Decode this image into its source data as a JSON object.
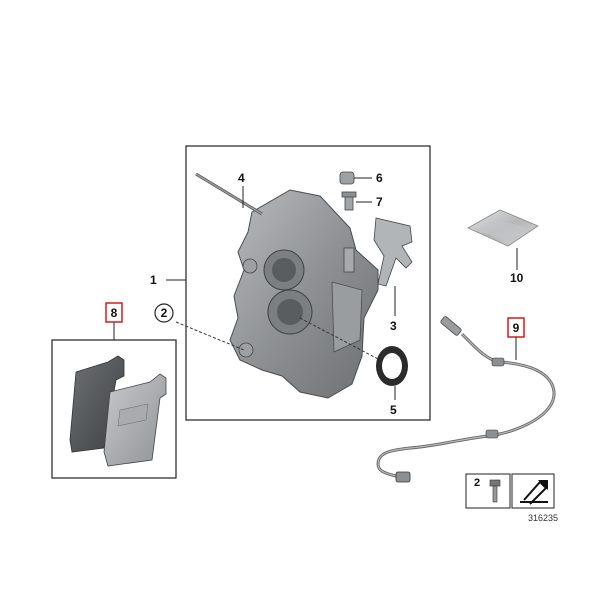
{
  "diagram": {
    "callouts": {
      "c1": "1",
      "c2": "2",
      "c3": "3",
      "c4": "4",
      "c5": "5",
      "c6": "6",
      "c7": "7",
      "c8": "8",
      "c9": "9",
      "c10": "10",
      "legend_2": "2"
    },
    "highlighted_parts": [
      "8",
      "9"
    ],
    "reference_number": "316235",
    "colors": {
      "highlight": "#d81a1a",
      "part_gray": "#8d8f92",
      "line": "#222222"
    }
  }
}
